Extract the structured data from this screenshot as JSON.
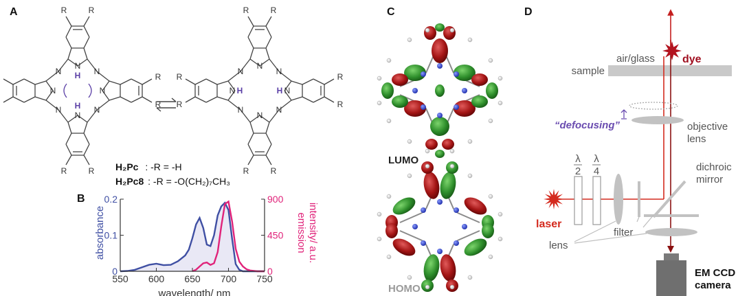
{
  "panels": {
    "a": "A",
    "b": "B",
    "c": "C",
    "d": "D"
  },
  "structure": {
    "substituent": "R",
    "nitrogen": "N",
    "hydrogen": "H",
    "nh_left": "N",
    "nh_left_h": "H",
    "nh_right": "H",
    "nh_right_n": "N",
    "legend": [
      {
        "name": "H₂Pc",
        "rule": ": -R = -H"
      },
      {
        "name": "H₂Pc8",
        "rule": ": -R = -O(CH₂)₇CH₃"
      }
    ]
  },
  "orbitals": {
    "lumo": "LUMO",
    "homo": "HOMO"
  },
  "chart_data": {
    "type": "line",
    "xlabel": "wavelength/ nm",
    "ylabel_left": "absorbance",
    "ylabel_right_line1": "emission",
    "ylabel_right_line2": "intensity/ a.u.",
    "xlim": [
      550,
      750
    ],
    "ylim_left": [
      0,
      0.2
    ],
    "ylim_right": [
      0,
      900
    ],
    "x_ticks": [
      550,
      600,
      650,
      700,
      750
    ],
    "y_left_ticks": [
      0,
      0.1,
      0.2
    ],
    "y_left_tick_labels": [
      "0",
      "0.1",
      "0.2"
    ],
    "y_right_ticks": [
      0,
      450,
      900
    ],
    "series": [
      {
        "axis": "left",
        "color": "#3f4fa3",
        "x": [
          550,
          560,
          570,
          580,
          590,
          600,
          610,
          620,
          630,
          640,
          645,
          650,
          655,
          660,
          665,
          670,
          675,
          680,
          685,
          690,
          695,
          700,
          705,
          710,
          715,
          720,
          730,
          740,
          750
        ],
        "y": [
          0,
          0.001,
          0.004,
          0.011,
          0.018,
          0.021,
          0.017,
          0.018,
          0.028,
          0.044,
          0.06,
          0.092,
          0.13,
          0.148,
          0.12,
          0.074,
          0.07,
          0.1,
          0.155,
          0.18,
          0.19,
          0.17,
          0.09,
          0.02,
          0.004,
          0,
          0,
          0,
          0
        ]
      },
      {
        "axis": "right",
        "color": "#e0237a",
        "x": [
          650,
          655,
          660,
          665,
          670,
          675,
          680,
          685,
          690,
          695,
          700,
          705,
          710,
          715,
          720,
          725,
          730,
          740,
          750
        ],
        "y": [
          0,
          20,
          60,
          100,
          110,
          80,
          100,
          240,
          560,
          840,
          870,
          620,
          280,
          120,
          60,
          25,
          10,
          0,
          0
        ]
      }
    ]
  },
  "setup": {
    "sample": "sample",
    "air_glass": "air/glass",
    "dye": "dye",
    "defocusing": "“defocusing”",
    "objective1": "objective",
    "objective2": "lens",
    "half_wave_num": "λ",
    "half_wave_den": "2",
    "quarter_wave_num": "λ",
    "quarter_wave_den": "4",
    "dichroic1": "dichroic",
    "dichroic2": "mirror",
    "laser": "laser",
    "filter": "filter",
    "lens": "lens",
    "camera1": "EM CCD",
    "camera2": "camera",
    "colors": {
      "laser": "#d42a1e",
      "beam": "#c41e1e",
      "emission": "#8a1010",
      "dye": "#b3131f",
      "defocus": "#6a4cb0",
      "optics": "#bdbdbd"
    }
  }
}
